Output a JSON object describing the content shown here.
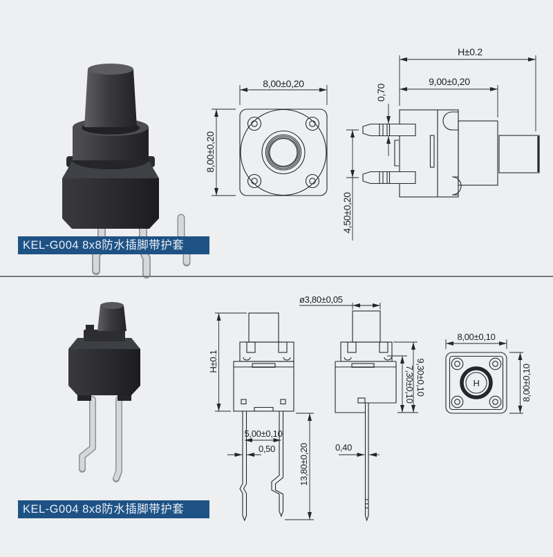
{
  "colors": {
    "page_bg": "#edeff0",
    "label_bg": "#1e5285",
    "label_text": "#e9eff6",
    "drawing_line": "#23272e",
    "divider": "#75797d",
    "pin_silver": "#d6d7d9",
    "switch_body_dark": "#2a2a2e"
  },
  "sections": {
    "top": {
      "product_label": "KEL-G004 8x8防水插脚带护套",
      "top_view": {
        "width_dim": "8,00±0,20",
        "height_dim": "8,00±0,20"
      },
      "side_view": {
        "overall_dim": "H±0.2",
        "body_width_dim": "9,00±0,20",
        "pin_thickness_dim": "0,70",
        "pin_pitch_dim": "4,50±0,20"
      }
    },
    "bottom": {
      "product_label": "KEL-G004 8x8防水插脚带护套",
      "front_view": {
        "height_dim": "H±0.1",
        "pin_pitch_dim": "5,00±0,10",
        "pin_width_dim": "0,50",
        "pin_length_dim": "13,80±0,20"
      },
      "side_view": {
        "button_diameter_dim": "ø3,80±0,05",
        "pin_width_dim": "0,40",
        "inner_height_dim": "7,30±0,10",
        "outer_height_dim": "9,30±0,10"
      },
      "top_view": {
        "width_dim": "8,00±0,10",
        "height_dim": "8,00±0,10",
        "button_marking": "H"
      }
    }
  }
}
